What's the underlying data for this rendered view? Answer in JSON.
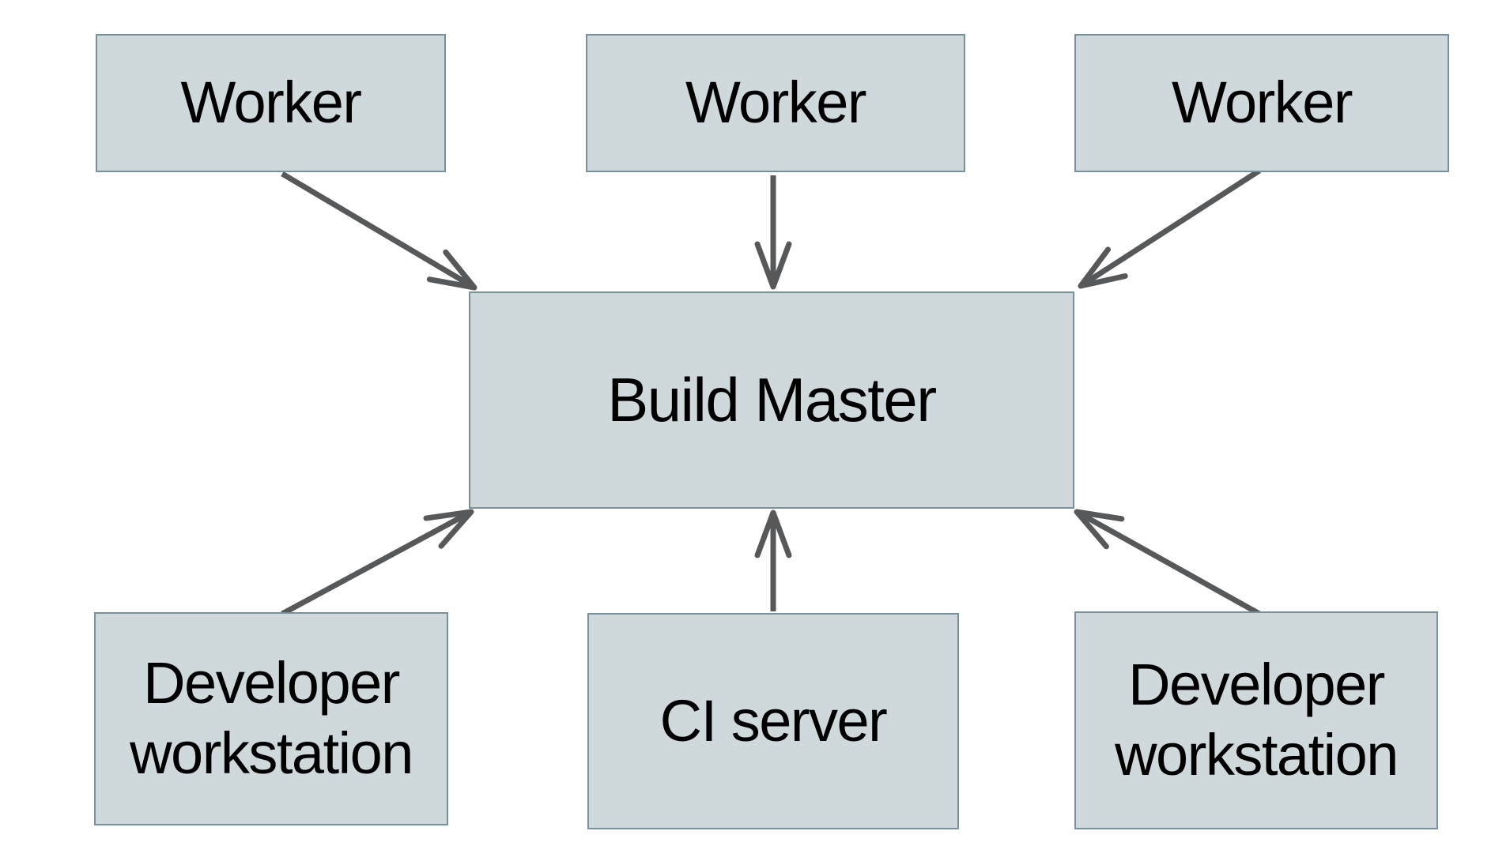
{
  "nodes": {
    "worker_1": {
      "label": "Worker"
    },
    "worker_2": {
      "label": "Worker"
    },
    "worker_3": {
      "label": "Worker"
    },
    "build_master": {
      "label": "Build Master"
    },
    "developer_workstation_left": {
      "label": "Developer workstation"
    },
    "ci_server": {
      "label": "CI server"
    },
    "developer_workstation_right": {
      "label": "Developer workstation"
    }
  },
  "edges": [
    {
      "from": "worker-1",
      "to": "build-master"
    },
    {
      "from": "worker-2",
      "to": "build-master"
    },
    {
      "from": "worker-3",
      "to": "build-master"
    },
    {
      "from": "developer-workstation-left",
      "to": "build-master"
    },
    {
      "from": "ci-server",
      "to": "build-master"
    },
    {
      "from": "developer-workstation-right",
      "to": "build-master"
    }
  ],
  "colors": {
    "background": "#ffffff",
    "box_fill": "#cfd8da",
    "box_border": "#78909c",
    "arrow": "#56585a",
    "text": "#000000"
  }
}
